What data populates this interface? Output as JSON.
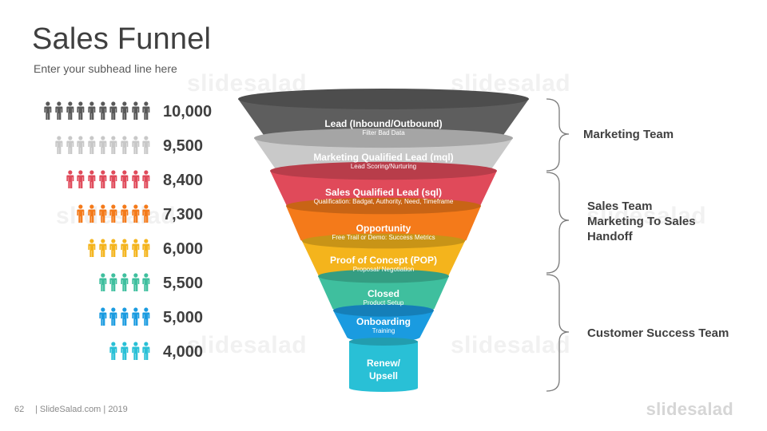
{
  "header": {
    "title": "Sales Funnel",
    "subhead": "Enter your subhead line here"
  },
  "watermark": "slidesalad",
  "stats": [
    {
      "value": "10,000",
      "count": 10,
      "color": "#595959"
    },
    {
      "value": "9,500",
      "count": 9,
      "color": "#c8c8c8"
    },
    {
      "value": "8,400",
      "count": 8,
      "color": "#e04a5a"
    },
    {
      "value": "7,300",
      "count": 7,
      "color": "#f47a1a"
    },
    {
      "value": "6,000",
      "count": 6,
      "color": "#f4b41c"
    },
    {
      "value": "5,500",
      "count": 5,
      "color": "#3fbf9e"
    },
    {
      "value": "5,000",
      "count": 5,
      "color": "#1a9be0"
    },
    {
      "value": "4,000",
      "count": 4,
      "color": "#29c0d6"
    }
  ],
  "funnel": {
    "stages": [
      {
        "title": "Lead (Inbound/Outbound)",
        "subtitle": "Filter Bad Data",
        "color": "#5e5e5e"
      },
      {
        "title": "Marketing Qualified Lead (mql)",
        "subtitle": "Lead Scoring/Nurturing",
        "color": "#c9c9c9"
      },
      {
        "title": "Sales Qualified Lead (sql)",
        "subtitle": "Qualification: Badgat, Authority, Need, Timeframe",
        "color": "#e04a5a"
      },
      {
        "title": "Opportunity",
        "subtitle": "Free Trail or Demo: Success Metrics",
        "color": "#f47a1a"
      },
      {
        "title": "Proof of Concept (POP)",
        "subtitle": "Proposal/ Negotiation",
        "color": "#f4b41c"
      },
      {
        "title": "Closed",
        "subtitle": "Product Setup",
        "color": "#3fbf9e"
      },
      {
        "title": "Onboarding",
        "subtitle": "Training",
        "color": "#1a9be0"
      }
    ],
    "final": {
      "title": "Renew/\nUpsell",
      "color": "#29c0d6"
    }
  },
  "teams": [
    {
      "label": "Marketing Team"
    },
    {
      "label": "Sales Team\nMarketing To Sales\n Handoff"
    },
    {
      "label": "Customer Success Team"
    }
  ],
  "footer": {
    "page_number": "62",
    "credit": "| SlideSalad.com | 2019",
    "logo": "slidesalad"
  }
}
